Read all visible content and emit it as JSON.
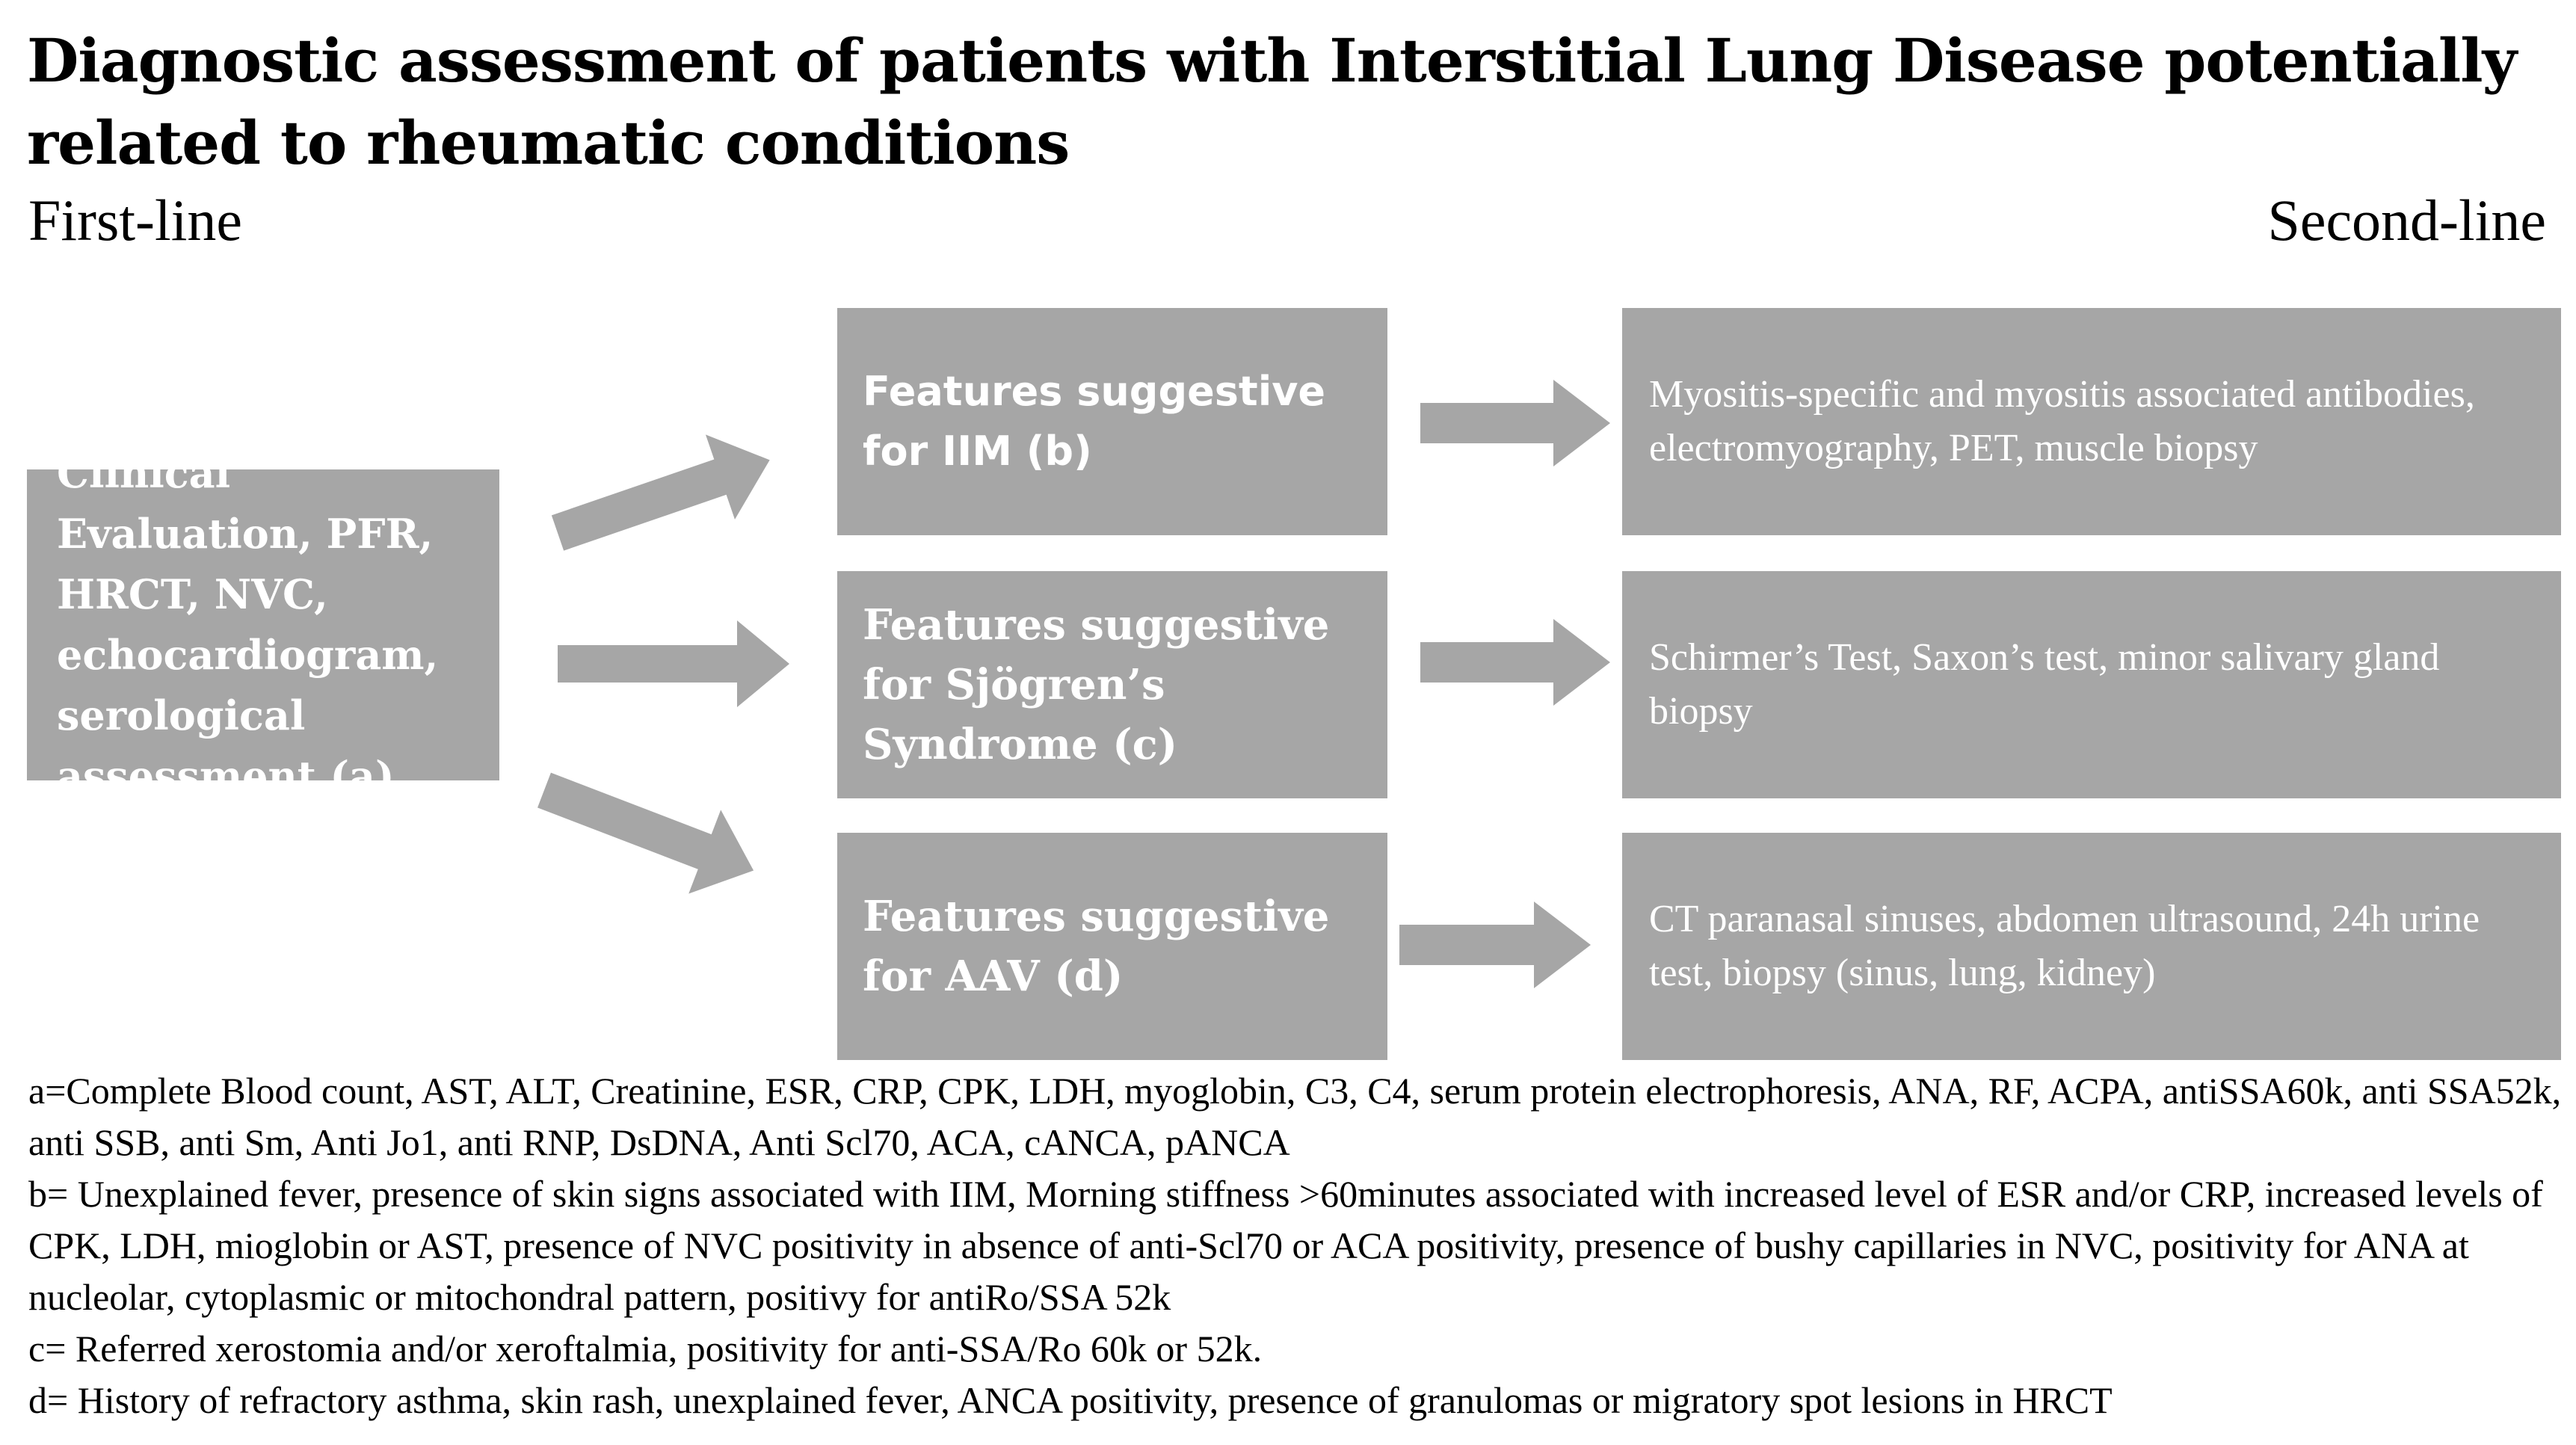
{
  "title": "Diagnostic assessment of patients with Interstitial Lung Disease potentially related to rheumatic conditions",
  "columns": {
    "first": "First-line",
    "second": "Second-line"
  },
  "start_box": "Clinical Evaluation, PFR, HRCT, NVC, echocardiogram, serological assessment (a)",
  "branches": [
    {
      "feature": "Features suggestive for IIM (b)",
      "tests": "Myositis-specific and myositis associated antibodies, electromyography, PET, muscle biopsy"
    },
    {
      "feature": "Features suggestive for Sjögren’s Syndrome (c)",
      "tests": "Schirmer’s Test, Saxon’s test, minor salivary gland biopsy"
    },
    {
      "feature": "Features suggestive for AAV (d)",
      "tests": "CT paranasal sinuses, abdomen ultrasound, 24h urine test, biopsy (sinus, lung, kidney)"
    }
  ],
  "footnotes": {
    "a": "a=Complete Blood count, AST, ALT, Creatinine, ESR, CRP, CPK, LDH, myoglobin, C3, C4, serum protein electrophoresis, ANA, RF, ACPA, antiSSA60k, anti SSA52k, anti SSB, anti Sm, Anti Jo1, anti RNP, DsDNA, Anti Scl70, ACA, cANCA, pANCA",
    "b": "b= Unexplained fever, presence of skin signs associated with IIM, Morning stiffness >60minutes associated with increased level of ESR and/or CRP, increased levels of CPK, LDH, mioglobin or AST, presence of NVC positivity in absence of anti-Scl70 or ACA positivity, presence of bushy capillaries in NVC, positivity for ANA at nucleolar, cytoplasmic or mitochondral pattern, positivy for antiRo/SSA 52k",
    "c": "c= Referred xerostomia and/or xeroftalmia, positivity for anti-SSA/Ro 60k or 52k.",
    "d": "d= History of refractory asthma, skin rash, unexplained fever, ANCA positivity, presence of granulomas or migratory spot lesions in HRCT"
  },
  "colors": {
    "box": "#a6a6a6",
    "box_text": "#ffffff",
    "text": "#000000"
  }
}
